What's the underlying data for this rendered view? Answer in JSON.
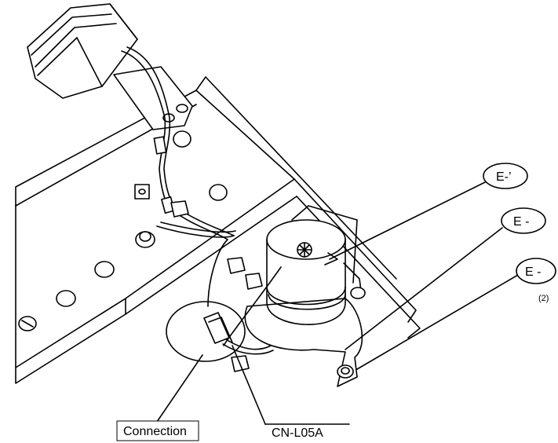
{
  "callouts": {
    "e1": "E-’",
    "e2": "E -",
    "e3": "E -",
    "e3_qty": "(2)"
  },
  "labels": {
    "connection": "Connection",
    "connector": "CN-L05A"
  }
}
